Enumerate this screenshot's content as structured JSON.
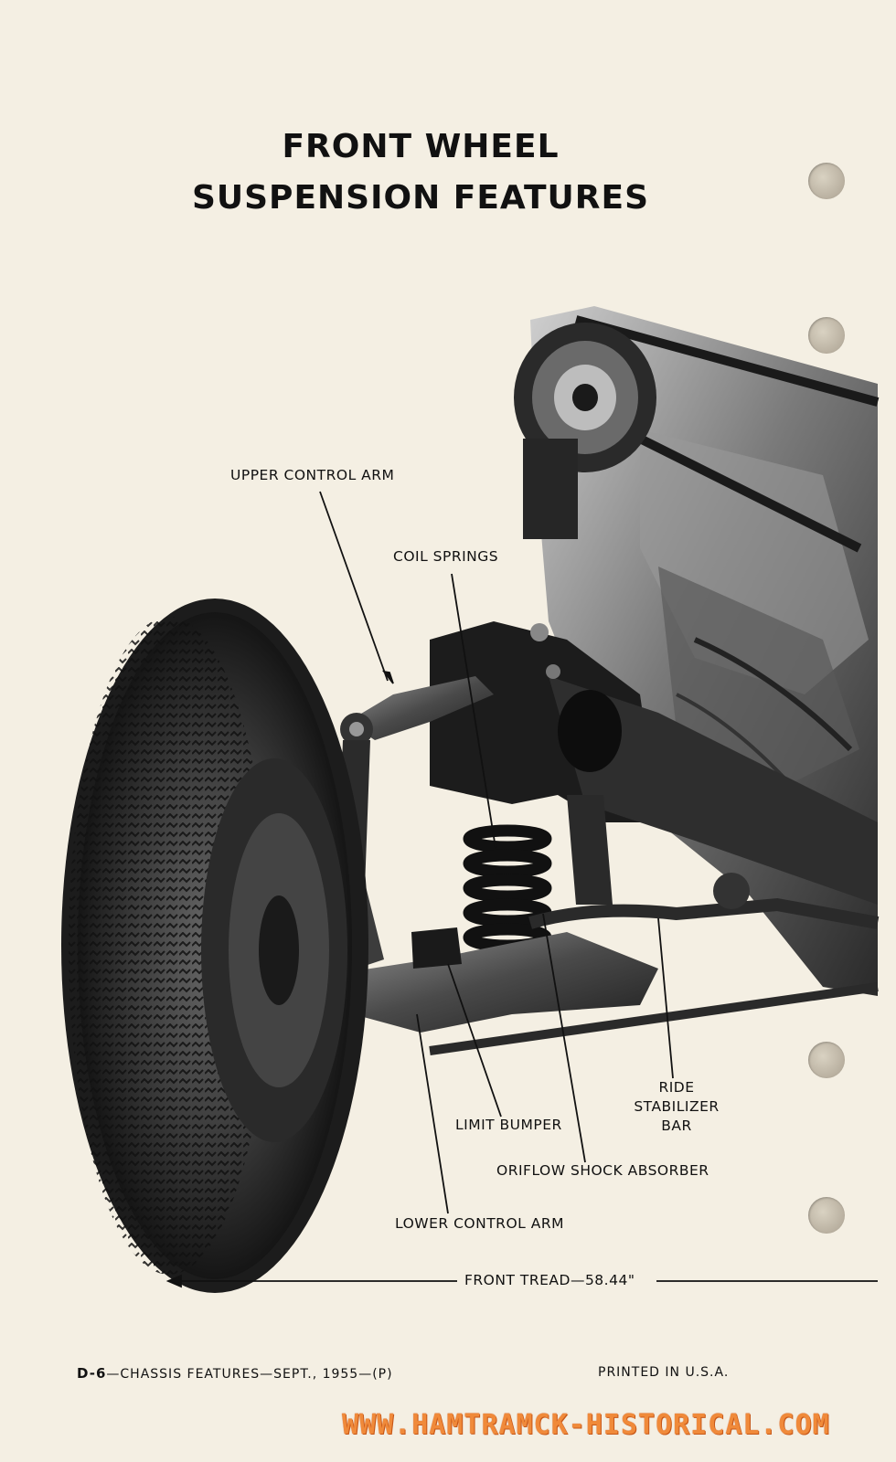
{
  "title": {
    "line1": "FRONT WHEEL",
    "line2": "SUSPENSION FEATURES"
  },
  "labels": {
    "upper_control_arm": "UPPER CONTROL ARM",
    "coil_springs": "COIL SPRINGS",
    "ride_stabilizer_bar_1": "RIDE",
    "ride_stabilizer_bar_2": "STABILIZER",
    "ride_stabilizer_bar_3": "BAR",
    "limit_bumper": "LIMIT BUMPER",
    "oriflow_shock_absorber": "ORIFLOW SHOCK ABSORBER",
    "lower_control_arm": "LOWER CONTROL ARM",
    "front_tread": "FRONT TREAD—58.44\""
  },
  "footer": {
    "page_code": "D-6",
    "section": "—CHASSIS FEATURES—SEPT., 1955—(P)",
    "printed": "PRINTED IN U.S.A."
  },
  "watermark": "WWW.HAMTRAMCK-HISTORICAL.COM",
  "colors": {
    "paper": "#f4efe3",
    "ink": "#111111",
    "watermark": "#f08a3a"
  }
}
